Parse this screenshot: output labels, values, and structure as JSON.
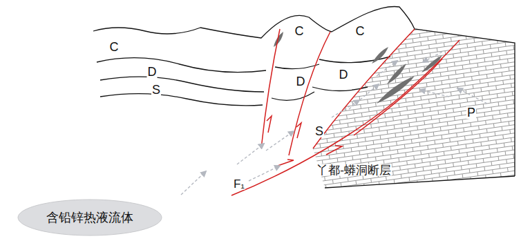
{
  "diagram": {
    "nodes": [
      {
        "text": [
          "含铅锌热液流体"
        ]
      }
    ],
    "labels": [
      "C",
      "C",
      "C",
      "D",
      "D",
      "D",
      "S",
      "S",
      "P",
      "F₁",
      "丫都-蟒洞断层"
    ]
  }
}
